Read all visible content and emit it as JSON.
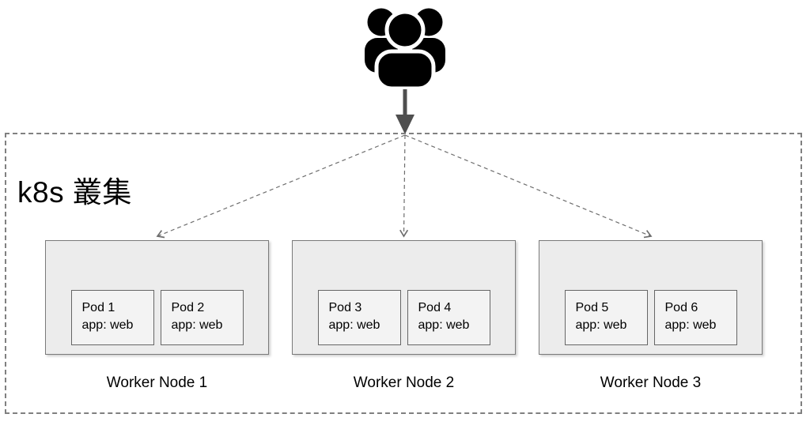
{
  "cluster": {
    "label": "k8s 叢集"
  },
  "icons": {
    "users": "users-group-icon"
  },
  "nodes": [
    {
      "label": "Worker Node 1",
      "pods": [
        {
          "name": "Pod 1",
          "selector": "app: web"
        },
        {
          "name": "Pod 2",
          "selector": "app: web"
        }
      ]
    },
    {
      "label": "Worker Node 2",
      "pods": [
        {
          "name": "Pod 3",
          "selector": "app: web"
        },
        {
          "name": "Pod 4",
          "selector": "app: web"
        }
      ]
    },
    {
      "label": "Worker Node 3",
      "pods": [
        {
          "name": "Pod 5",
          "selector": "app: web"
        },
        {
          "name": "Pod 6",
          "selector": "app: web"
        }
      ]
    }
  ],
  "colors": {
    "icon": "#000000",
    "arrow": "#4f4f4f",
    "connector": "#6e6e6e",
    "cluster_border": "#808080",
    "node_fill": "#ececec",
    "node_border": "#7a7a7a",
    "pod_fill": "#f3f3f3",
    "pod_border": "#666666",
    "text": "#000000"
  }
}
